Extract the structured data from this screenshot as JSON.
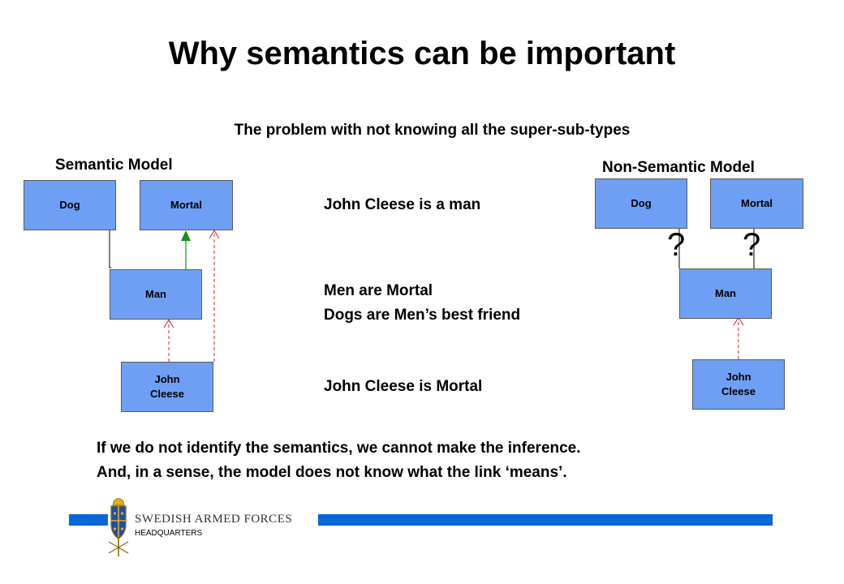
{
  "title": "Why semantics can be important",
  "subtitle": "The problem with not knowing all the super-sub-types",
  "semantic_model": {
    "label": "Semantic Model",
    "nodes": {
      "dog": "Dog",
      "mortal": "Mortal",
      "man": "Man",
      "john": "John Cleese"
    }
  },
  "non_semantic_model": {
    "label": "Non-Semantic Model",
    "nodes": {
      "dog": "Dog",
      "mortal": "Mortal",
      "man": "Man",
      "john": "John Cleese"
    },
    "unknown_marks": [
      "?",
      "?"
    ]
  },
  "statements": [
    "John Cleese is a man",
    "Men are Mortal",
    "Dogs are Men’s best friend",
    "John Cleese is Mortal"
  ],
  "conclusion": [
    "If we do not identify the semantics, we cannot make the inference.",
    "And, in a sense, the model does not know what the link ‘means’."
  ],
  "footer": {
    "organization": "SWEDISH ARMED FORCES",
    "unit": "HEADQUARTERS",
    "emblem": "coat-of-arms-emblem"
  },
  "colors": {
    "box_fill": "#6f9ff5",
    "bar": "#0a67d8",
    "generalization_arrow": "#1e8a1e",
    "dependency_arrow": "#d42020"
  }
}
